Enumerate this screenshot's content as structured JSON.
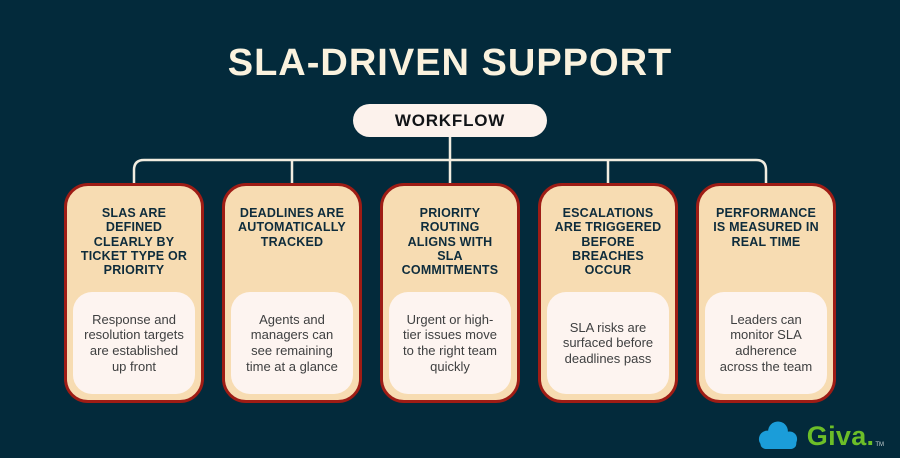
{
  "title": "SLA-DRIVEN SUPPORT",
  "workflow": {
    "label": "WORKFLOW"
  },
  "cards": [
    {
      "heading": "SLAS ARE DEFINED CLEARLY BY TICKET TYPE OR PRIORITY",
      "body": "Response and resolution targets are established up front"
    },
    {
      "heading": "DEADLINES ARE AUTOMATICALLY TRACKED",
      "body": "Agents and managers can see remaining time at a glance"
    },
    {
      "heading": "PRIORITY ROUTING ALIGNS WITH SLA COMMITMENTS",
      "body": "Urgent or high-tier issues move to the right team quickly"
    },
    {
      "heading": "ESCALATIONS ARE TRIGGERED BEFORE BREACHES OCCUR",
      "body": "SLA risks are surfaced before deadlines pass"
    },
    {
      "heading": "PERFORMANCE IS MEASURED IN REAL TIME",
      "body": "Leaders can monitor SLA adherence across the team"
    }
  ],
  "logo": {
    "icon": "cloud-icon",
    "brand": "Giva.",
    "trademark": "TM"
  },
  "colors": {
    "bg": "#032A3B",
    "title": "#FAF2DE",
    "pill-fill": "#FCF2EC",
    "pill-text": "#111417",
    "card-fill": "#F7DCB2",
    "card-border": "#9E1C15",
    "card-heading": "#0E2C3C",
    "inner-fill": "#FDF4F0",
    "body-text": "#3F4041",
    "line": "#F2EDE0",
    "logo-blue": "#1B9DD9",
    "logo-green": "#6CBE28"
  }
}
